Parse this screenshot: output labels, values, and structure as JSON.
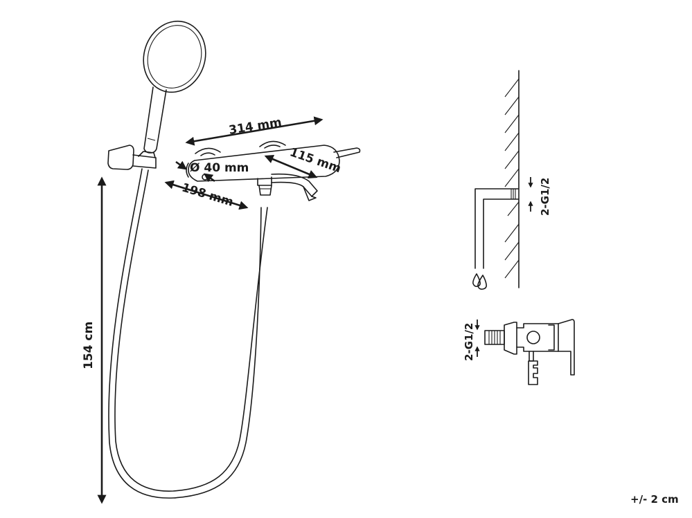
{
  "dimensions": {
    "width": "314 mm",
    "diameter": "Ø 40 mm",
    "spout": "115 mm",
    "depth": "198 mm",
    "height": "154 cm"
  },
  "connection": {
    "thread_top": "2-G1/2",
    "thread_bottom": "2-G1/2"
  },
  "icons": {
    "water": "water-drops-icon"
  },
  "tolerance": "+/- 2 cm"
}
